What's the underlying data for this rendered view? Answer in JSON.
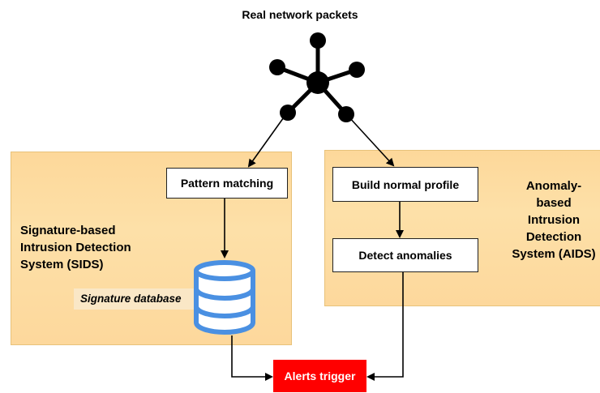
{
  "title": "Real network packets",
  "sids": {
    "label_lines": [
      "Signature-based",
      "Intrusion Detection",
      "System (SIDS)"
    ],
    "pattern_box": "Pattern matching",
    "database_label": "Signature database"
  },
  "aids": {
    "label_lines": [
      "Anomaly-",
      "based",
      "Intrusion",
      "Detection",
      "System (AIDS)"
    ],
    "profile_box": "Build normal profile",
    "detect_box": "Detect anomalies"
  },
  "output": {
    "alerts": "Alerts trigger"
  },
  "icons": [
    "network-hub-icon",
    "database-icon"
  ],
  "colors": {
    "panel": "#fdd89a",
    "alert": "#ff0000",
    "database": "#4a90e2"
  }
}
